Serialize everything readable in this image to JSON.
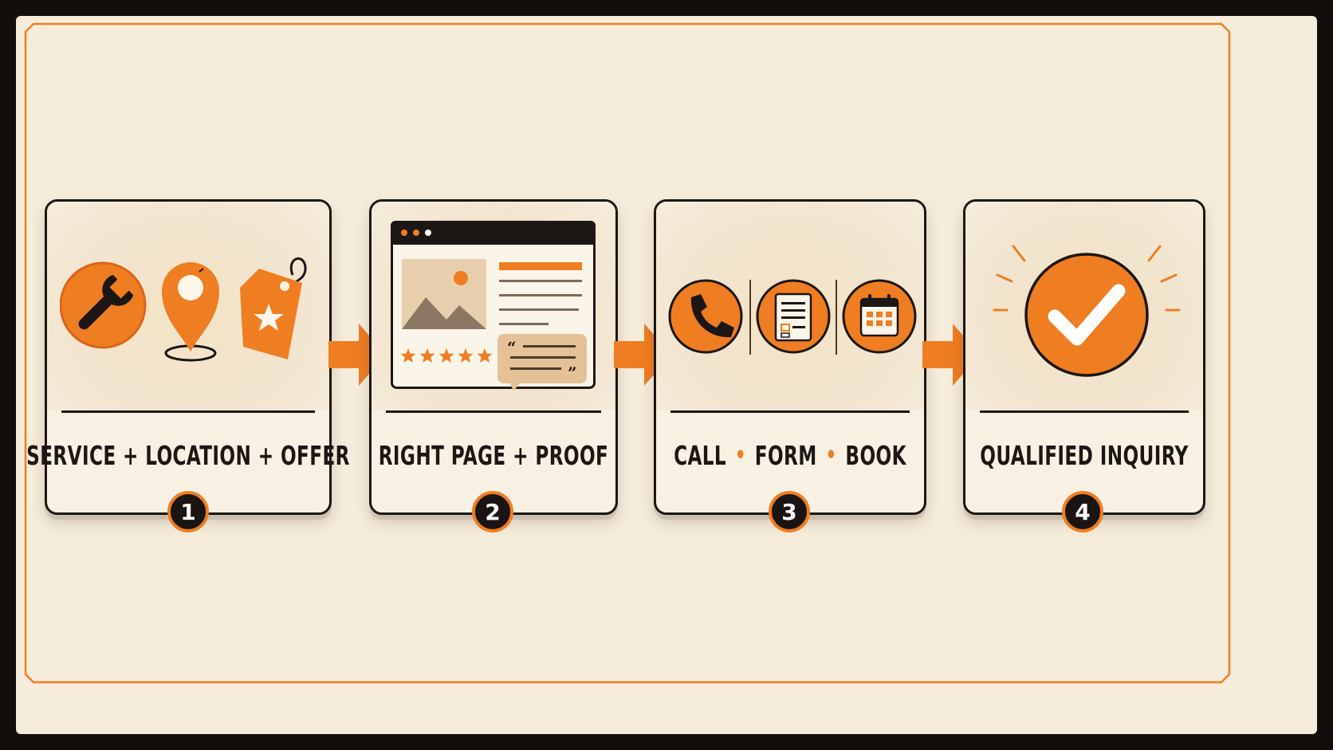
{
  "colors": {
    "accent": "#ef7d22",
    "accent_dark": "#d9651a",
    "ink": "#1c1714",
    "paper": "#f6ecdb",
    "frame": "#120e0b"
  },
  "steps": [
    {
      "number": "1",
      "label": "SERVICE + LOCATION + OFFER",
      "icons": [
        "wrench-icon",
        "map-pin-icon",
        "price-tag-icon"
      ]
    },
    {
      "number": "2",
      "label": "RIGHT PAGE + PROOF",
      "icons": [
        "webpage-icon",
        "image-icon",
        "five-stars-icon",
        "quote-bubble-icon"
      ]
    },
    {
      "number": "3",
      "label_parts": [
        "CALL",
        "•",
        "FORM",
        "•",
        "BOOK"
      ],
      "icons": [
        "phone-icon",
        "form-icon",
        "calendar-icon"
      ]
    },
    {
      "number": "4",
      "label": "QUALIFIED INQUIRY",
      "icons": [
        "checkmark-icon"
      ]
    }
  ],
  "connectors": [
    "arrow-right-icon",
    "arrow-right-icon",
    "arrow-right-icon"
  ]
}
